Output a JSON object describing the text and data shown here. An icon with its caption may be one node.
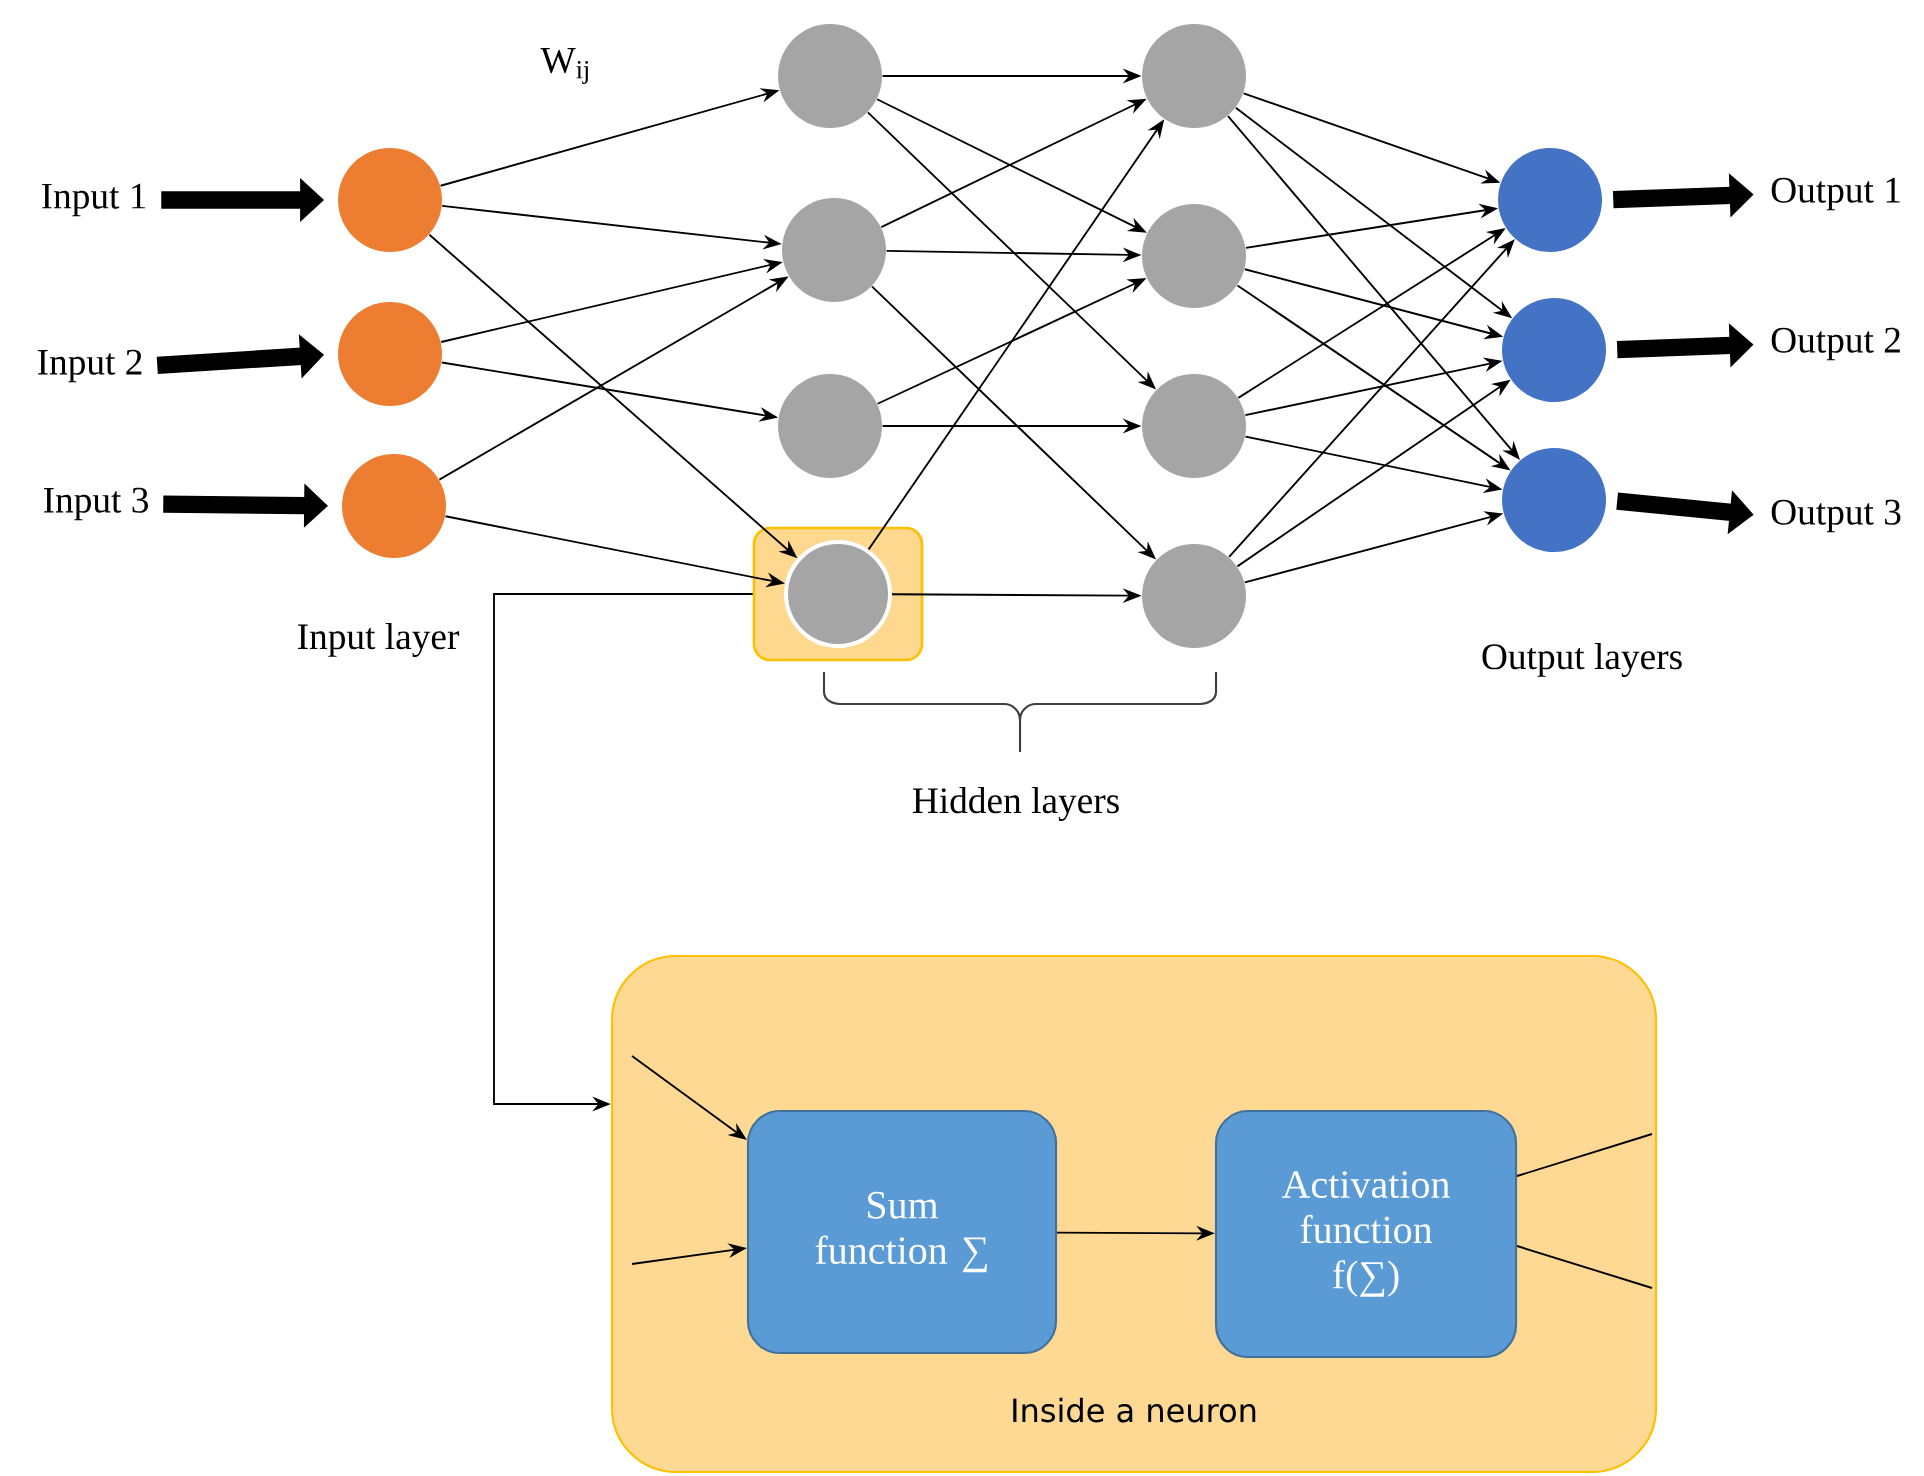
{
  "diagram": {
    "nodes": [
      {
        "text": [
          "Input 1"
        ]
      },
      {
        "text": [
          "Input 2"
        ]
      },
      {
        "text": [
          "Input 3"
        ]
      },
      {
        "text": [],
        "shape": "circle"
      },
      {
        "text": [],
        "shape": "circle"
      },
      {
        "text": [],
        "shape": "circle"
      },
      {
        "text": [],
        "shape": "box"
      },
      {
        "text": [],
        "shape": "circle"
      },
      {
        "text": [],
        "shape": "circle"
      },
      {
        "text": [],
        "shape": "circle"
      },
      {
        "text": [],
        "shape": "circle",
        "in": 6
      },
      {
        "text": [],
        "shape": "circle"
      },
      {
        "text": [],
        "shape": "circle"
      },
      {
        "text": [],
        "shape": "circle"
      },
      {
        "text": [],
        "shape": "circle"
      },
      {
        "text": [],
        "shape": "circle"
      },
      {
        "text": [],
        "shape": "circle"
      },
      {
        "text": [],
        "shape": "circle"
      },
      {
        "text": [
          "Output 1"
        ]
      },
      {
        "text": [
          "Output 2"
        ]
      },
      {
        "text": [
          "Output 3"
        ]
      },
      {
        "text": [
          "Inside a neuron"
        ]
      },
      {
        "text": [
          "Sum function ∑"
        ],
        "in": 21
      },
      {
        "text": [
          "Activation function f(∑)"
        ],
        "in": 21
      }
    ],
    "edges": [
      {
        "from": 0,
        "to": 3,
        "arrow": "to",
        "style": "thick"
      },
      {
        "from": 1,
        "to": 4,
        "arrow": "to",
        "style": "thick"
      },
      {
        "from": 2,
        "to": 5,
        "arrow": "to",
        "style": "thick"
      },
      {
        "from": 3,
        "to": 7,
        "arrow": "to"
      },
      {
        "from": 3,
        "to": 8,
        "arrow": "to"
      },
      {
        "from": 3,
        "to": 10,
        "arrow": "to"
      },
      {
        "from": 4,
        "to": 8,
        "arrow": "to"
      },
      {
        "from": 4,
        "to": 9,
        "arrow": "to"
      },
      {
        "from": 5,
        "to": 8,
        "arrow": "to"
      },
      {
        "from": 5,
        "to": 10,
        "arrow": "to"
      },
      {
        "from": 7,
        "to": 11,
        "arrow": "to"
      },
      {
        "from": 7,
        "to": 12,
        "arrow": "to"
      },
      {
        "from": 7,
        "to": 13,
        "arrow": "to"
      },
      {
        "from": 8,
        "to": 11,
        "arrow": "to"
      },
      {
        "from": 8,
        "to": 12,
        "arrow": "to"
      },
      {
        "from": 8,
        "to": 14,
        "arrow": "to"
      },
      {
        "from": 9,
        "to": 12,
        "arrow": "to"
      },
      {
        "from": 9,
        "to": 13,
        "arrow": "to"
      },
      {
        "from": 10,
        "to": 11,
        "arrow": "to"
      },
      {
        "from": 10,
        "to": 14,
        "arrow": "to"
      },
      {
        "from": 11,
        "to": 15,
        "arrow": "to"
      },
      {
        "from": 11,
        "to": 16,
        "arrow": "to"
      },
      {
        "from": 11,
        "to": 17,
        "arrow": "to"
      },
      {
        "from": 12,
        "to": 15,
        "arrow": "to"
      },
      {
        "from": 12,
        "to": 16,
        "arrow": "to"
      },
      {
        "from": 12,
        "to": 17,
        "arrow": "to"
      },
      {
        "from": 13,
        "to": 15,
        "arrow": "to"
      },
      {
        "from": 13,
        "to": 16,
        "arrow": "to"
      },
      {
        "from": 13,
        "to": 17,
        "arrow": "to"
      },
      {
        "from": 14,
        "to": 15,
        "arrow": "to"
      },
      {
        "from": 14,
        "to": 16,
        "arrow": "to"
      },
      {
        "from": 14,
        "to": 17,
        "arrow": "to"
      },
      {
        "from": 15,
        "to": 18,
        "arrow": "to",
        "style": "thick"
      },
      {
        "from": 16,
        "to": 19,
        "arrow": "to",
        "style": "thick"
      },
      {
        "from": 17,
        "to": 20,
        "arrow": "to",
        "style": "thick"
      },
      {
        "from": 6,
        "to": 21,
        "arrow": "to"
      },
      {
        "from": null,
        "to": 22,
        "arrow": "to"
      },
      {
        "from": null,
        "to": 22,
        "arrow": "to"
      },
      {
        "from": 22,
        "to": 23,
        "arrow": "to"
      },
      {
        "from": 23,
        "to": null,
        "arrow": "none"
      },
      {
        "from": 23,
        "to": null,
        "arrow": "none"
      }
    ],
    "labels": [
      "W$_{ij}$",
      "Input layer",
      "Output layers",
      "Hidden layers"
    ]
  }
}
